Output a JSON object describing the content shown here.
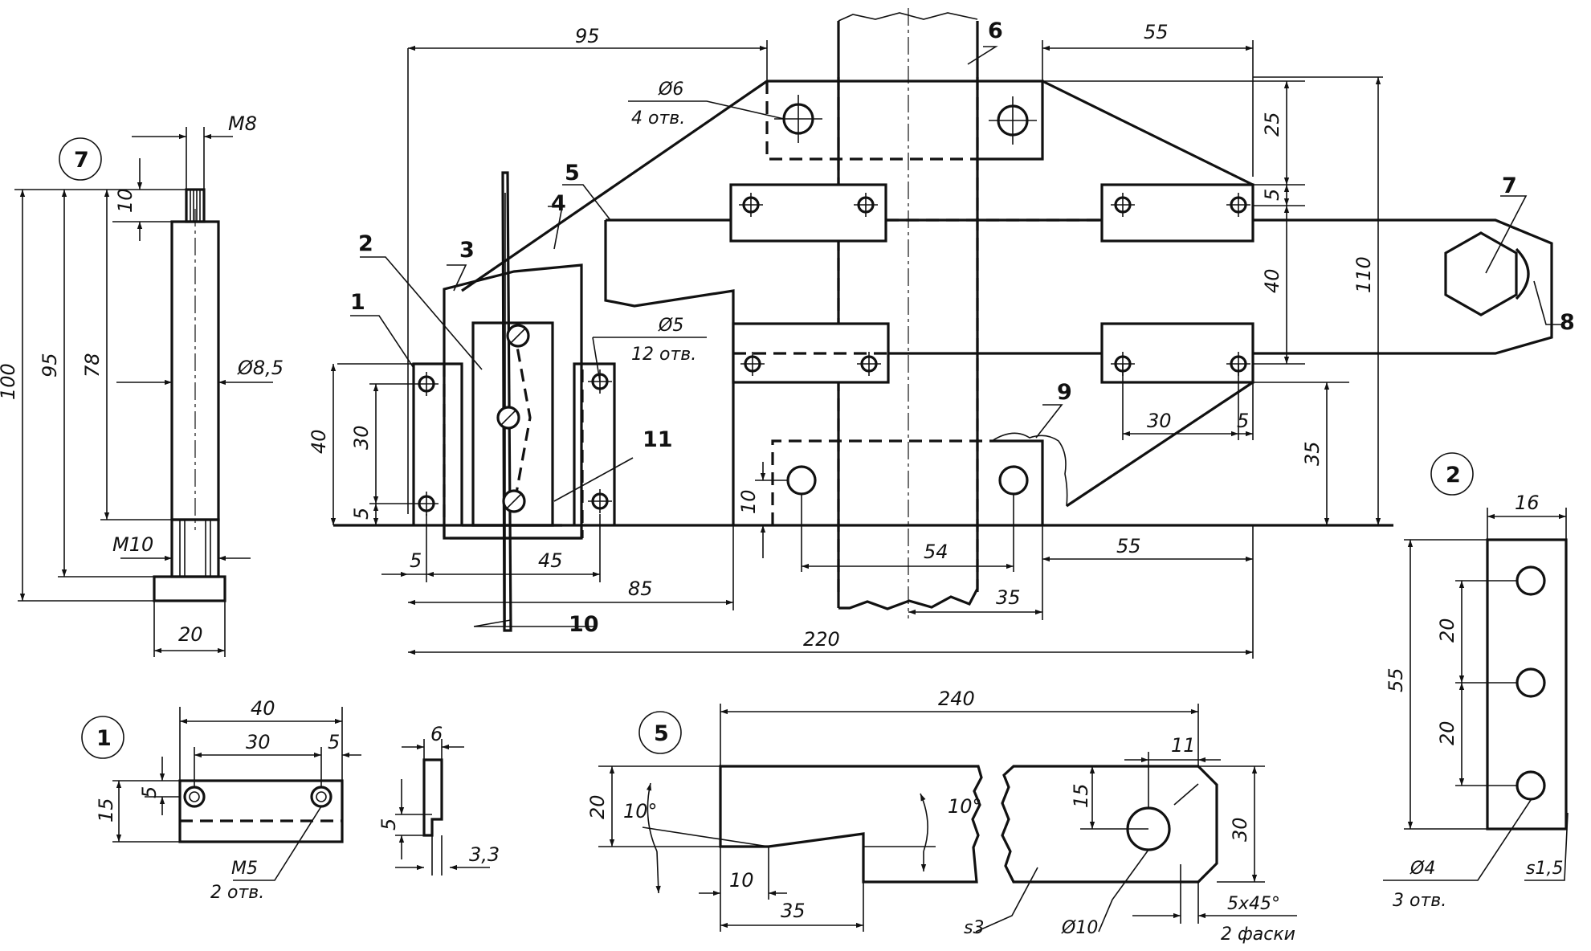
{
  "main_view": {
    "parts": {
      "p1": "1",
      "p2": "2",
      "p3": "3",
      "p4": "4",
      "p5": "5",
      "p6": "6",
      "p7": "7",
      "p8": "8",
      "p9": "9",
      "p10": "10",
      "p11": "11"
    },
    "dims": {
      "d95": "95",
      "d55_top": "55",
      "d25": "25",
      "d5_right": "5",
      "d40_right": "40",
      "d110": "110",
      "d35_right": "35",
      "d30_mid": "30",
      "d5_mid": "5",
      "d40_left": "40",
      "d30_left": "30",
      "d5_left": "5",
      "d5_bottom": "5",
      "d45": "45",
      "d85": "85",
      "d10": "10",
      "d54": "54",
      "d35_bottom": "35",
      "d55_bottom": "55",
      "d220": "220"
    },
    "callouts": {
      "hole6": "Ø6",
      "hole6_qty": "4 отв.",
      "hole5": "Ø5",
      "hole5_qty": "12 отв."
    }
  },
  "view_7": {
    "label": "7",
    "dims": {
      "m8": "M8",
      "d10": "10",
      "d100": "100",
      "d95": "95",
      "d78": "78",
      "d8_5": "Ø8,5",
      "m10": "M10",
      "d20": "20"
    }
  },
  "view_1": {
    "label": "1",
    "dims": {
      "d40": "40",
      "d30": "30",
      "d5_top": "5",
      "d15": "15",
      "d5_left": "5",
      "m5": "M5",
      "m5_qty": "2 отв.",
      "d6": "6",
      "d5_side": "5",
      "d3_3": "3,3"
    }
  },
  "view_5": {
    "label": "5",
    "dims": {
      "d240": "240",
      "d11": "11",
      "d20": "20",
      "ang_left": "10°",
      "ang_right": "10°",
      "d15": "15",
      "d30": "30",
      "d10": "10",
      "d35": "35",
      "s3": "s3",
      "d10_hole": "Ø10",
      "chamfer": "5x45°",
      "chamfer_qty": "2 фаски"
    }
  },
  "view_2": {
    "label": "2",
    "dims": {
      "d16": "16",
      "d55": "55",
      "d20_top": "20",
      "d20_bot": "20",
      "d4": "Ø4",
      "d4_qty": "3 отв.",
      "s1_5": "s1,5"
    }
  }
}
